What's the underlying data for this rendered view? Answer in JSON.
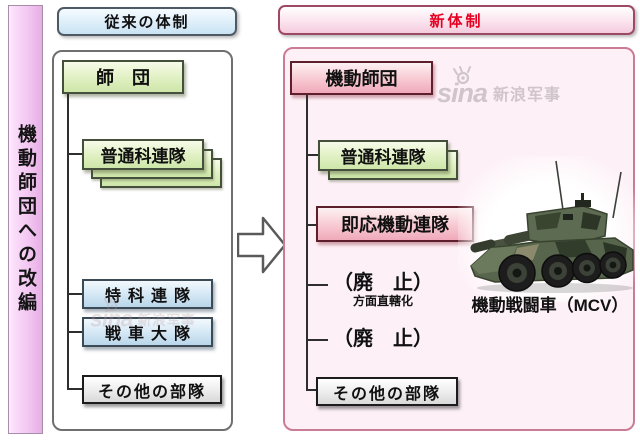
{
  "side_banner": {
    "label": "機動師団への改編"
  },
  "old_system": {
    "header": "従来の体制",
    "division": "師　団",
    "infantry": "普通科連隊",
    "artillery": "特科連隊",
    "tank": "戦車大隊",
    "others": "その他の部隊"
  },
  "new_system": {
    "header": "新体制",
    "division": "機動師団",
    "infantry": "普通科連隊",
    "rapid": "即応機動連隊",
    "abolished_1": "（廃　止）",
    "abolished_1_note": "方面直轄化",
    "abolished_2": "（廃　止）",
    "others": "その他の部隊",
    "vehicle_caption": "機動戦闘車（MCV）"
  },
  "watermark": {
    "brand": "sina",
    "text": "新浪军事"
  },
  "colors": {
    "banner_pink": "#f3c6f2",
    "old_header_blue": "#ddeef9",
    "green_box": "#cde6a8",
    "blue_box": "#b9d6ea",
    "pink_box": "#f0a9ba",
    "new_panel_bg": "#fdf1f7",
    "new_header_text": "#e60021"
  }
}
